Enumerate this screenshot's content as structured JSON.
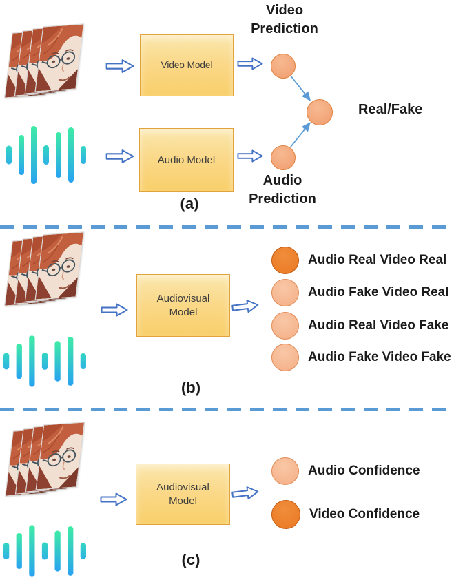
{
  "panel_a": {
    "caption": "(a)",
    "video_model": "Video Model",
    "audio_model": "Audio Model",
    "video_prediction": [
      "Video",
      "Prediction"
    ],
    "audio_prediction": [
      "Audio",
      "Prediction"
    ],
    "output_label": "Real/Fake"
  },
  "panel_b": {
    "caption": "(b)",
    "model": [
      "Audiovisual",
      "Model"
    ],
    "outputs": [
      {
        "label": "Audio Real Video Real",
        "variant": "dark"
      },
      {
        "label": "Audio Fake Video Real",
        "variant": "light"
      },
      {
        "label": "Audio Real Video Fake",
        "variant": "light"
      },
      {
        "label": "Audio Fake Video Fake",
        "variant": "light"
      }
    ]
  },
  "panel_c": {
    "caption": "(c)",
    "model": [
      "Audiovisual",
      "Model"
    ],
    "outputs": [
      {
        "label": "Audio Confidence",
        "variant": "light"
      },
      {
        "label": "Video Confidence",
        "variant": "dark"
      }
    ]
  },
  "icons": {
    "video_frames": "video-frames-icon",
    "audio_waveform": "audio-waveform-icon",
    "flow_arrow": "flow-arrow-icon",
    "merge_arrow": "merge-arrow-icon"
  },
  "colors": {
    "separator": "#5b9bd5",
    "flow_arrow_stroke": "#4472c4",
    "box_fill_top": "#fbe7ae",
    "box_fill_bottom": "#f9cf6a",
    "box_border": "#e2a33d",
    "node_a_fill": "#f4a57f",
    "node_a_border": "#e0803c",
    "node_light_fill": "#f6b893",
    "node_light_border": "#e08a55",
    "node_dark_fill": "#ed7d31",
    "node_dark_border": "#c2590f",
    "wave_top": "#3feca6",
    "wave_bottom": "#28a3f0"
  }
}
